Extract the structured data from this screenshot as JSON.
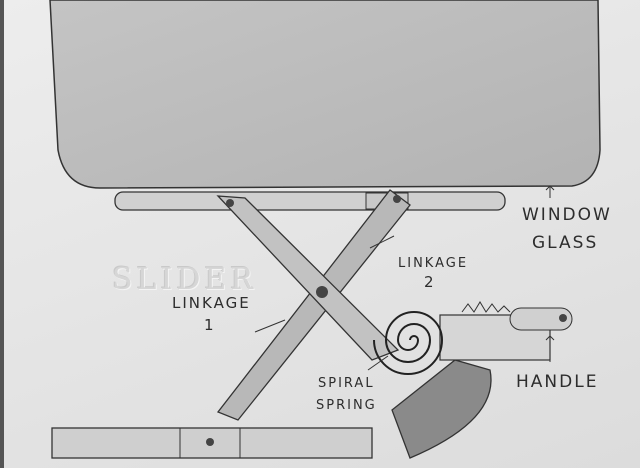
{
  "labels": {
    "window_glass_line1": "WINDOW",
    "window_glass_line2": "GLASS",
    "linkage2_line1": "LINKAGE",
    "linkage2_line2": "2",
    "linkage1_line1": "LINKAGE",
    "linkage1_line2": "1",
    "spiral_spring_line1": "SPIRAL",
    "spiral_spring_line2": "SPRING",
    "handle": "HANDLE",
    "slider_embossed": "SLIDER"
  },
  "colors": {
    "paper": "#e9e9e9",
    "pencil": "#3a3a3a",
    "glass_shade": "#bdbdbd"
  }
}
